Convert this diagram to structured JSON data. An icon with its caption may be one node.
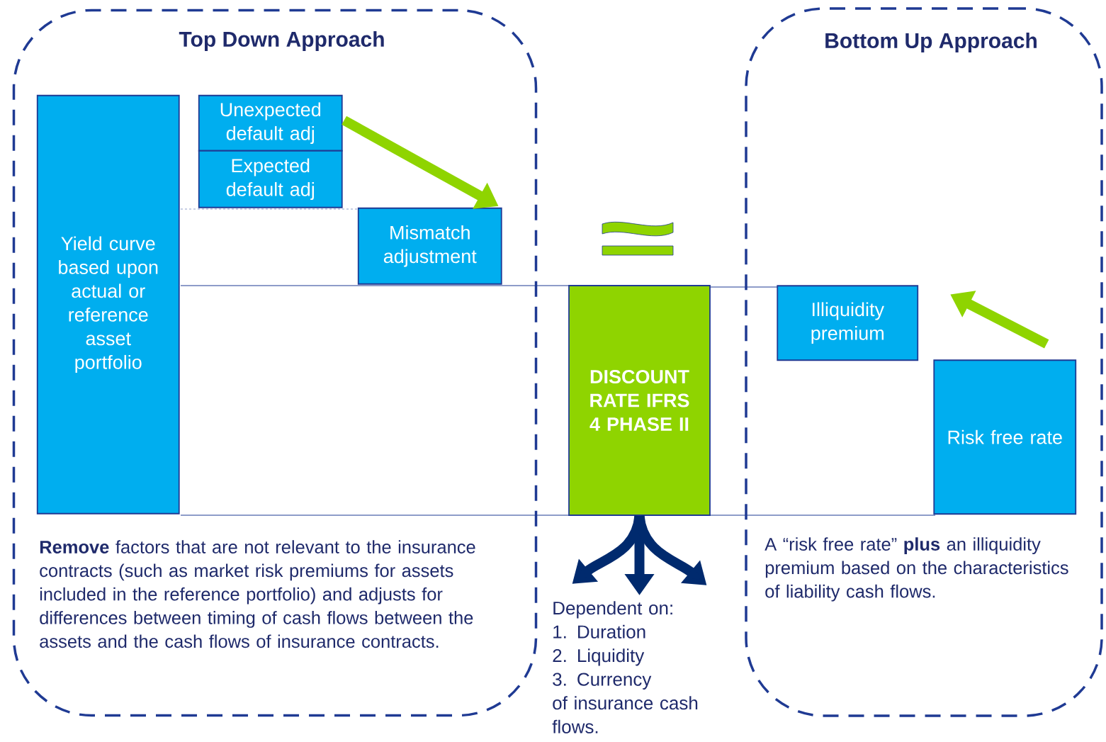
{
  "diagram": {
    "nodes": [
      {
        "text": [
          "Top Down Approach",
          "**Remove** factors that are not relevant to the insurance contracts (such as market risk premiums for assets included in the reference portfolio) and adjusts for differences between timing of cash flows between the assets and the cash flows of insurance contracts."
        ]
      },
      {
        "text": [
          "Yield curve based upon actual or reference asset portfolio"
        ],
        "in": 0
      },
      {
        "text": [
          "Unexpected default adj"
        ],
        "in": 0
      },
      {
        "text": [
          "Expected default adj"
        ],
        "in": 0
      },
      {
        "text": [
          "Mismatch adjustment"
        ],
        "in": 0
      },
      {
        "text": [
          "DISCOUNT RATE IFRS 4 PHASE II"
        ]
      },
      {
        "text": [
          "Bottom Up Approach",
          "A “risk free rate” **plus** an illiquidity premium based on the characteristics of liability cash flows."
        ]
      },
      {
        "text": [
          "Illiquidity premium"
        ],
        "in": 6
      },
      {
        "text": [
          "Risk free rate"
        ],
        "in": 6
      },
      {
        "text": [
          "Dependent on:",
          "1. Duration",
          "2. Liquidity",
          "3. Currency",
          "of insurance cash flows."
        ]
      }
    ],
    "edges": [
      {
        "from": 2,
        "to": 4,
        "arrow": "to",
        "color": "#8fd400"
      },
      {
        "from": 8,
        "to": 7,
        "arrow": "to",
        "color": "#8fd400"
      },
      {
        "from": 5,
        "to": 9,
        "arrow": "to",
        "color": "#002a6e"
      }
    ]
  }
}
